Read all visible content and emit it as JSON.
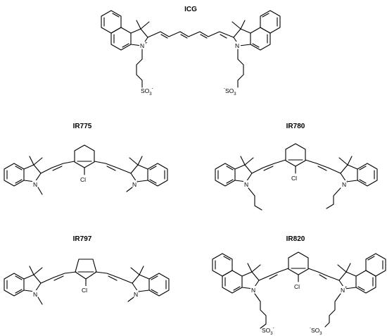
{
  "labels": {
    "n": "N",
    "n_plus": "N",
    "plus": "+",
    "cl": "Cl",
    "so3": "SO",
    "so3_sub": "3",
    "minus": "-"
  },
  "molecules": [
    {
      "title": "ICG"
    },
    {
      "title": "IR775"
    },
    {
      "title": "IR780"
    },
    {
      "title": "IR797"
    },
    {
      "title": "IR820"
    }
  ]
}
